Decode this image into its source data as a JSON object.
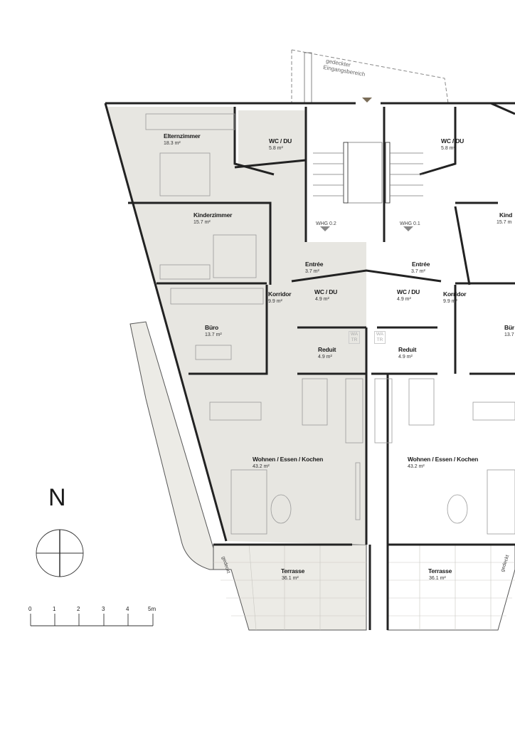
{
  "entrance": {
    "line1": "gedeckter",
    "line2": "Eingangsbereich"
  },
  "stair": {
    "whg_left": "WHG 0.2",
    "whg_right": "WHG 0.1"
  },
  "unit_left": {
    "elternzimmer": {
      "name": "Elternzimmer",
      "area": "18.3 m²"
    },
    "kinderzimmer": {
      "name": "Kinderzimmer",
      "area": "15.7 m²"
    },
    "buero": {
      "name": "Büro",
      "area": "13.7 m²"
    },
    "korridor": {
      "name": "Korridor",
      "area": "9.9 m²"
    },
    "wc_du_large": {
      "name": "WC / DU",
      "area": "5.8 m²"
    },
    "wc_du_small": {
      "name": "WC / DU",
      "area": "4.9 m²"
    },
    "entree": {
      "name": "Entrée",
      "area": "3.7 m²"
    },
    "reduit": {
      "name": "Reduit",
      "area": "4.9 m²"
    },
    "wohnen": {
      "name": "Wohnen / Essen / Kochen",
      "area": "43.2 m²"
    },
    "terrasse": {
      "name": "Terrasse",
      "area": "36.1 m²"
    },
    "wa_tr": {
      "wa": "WA",
      "tr": "TR"
    },
    "gedeckt": "gedeckt"
  },
  "unit_right": {
    "kinderzimmer": {
      "name": "Kind",
      "area": "15.7 m"
    },
    "buero": {
      "name": "Bür",
      "area": "13.7"
    },
    "korridor": {
      "name": "Korridor",
      "area": "9.9 m²"
    },
    "wc_du_large": {
      "name": "WC / DU",
      "area": "5.8 m²"
    },
    "wc_du_small": {
      "name": "WC / DU",
      "area": "4.9 m²"
    },
    "entree": {
      "name": "Entrée",
      "area": "3.7 m²"
    },
    "reduit": {
      "name": "Reduit",
      "area": "4.9 m²"
    },
    "wohnen": {
      "name": "Wohnen / Essen / Kochen",
      "area": "43.2 m²"
    },
    "terrasse": {
      "name": "Terrasse",
      "area": "36.1 m²"
    },
    "wa_tr": {
      "wa": "WA",
      "tr": "TR"
    },
    "gedeckt": "gedeckt"
  },
  "north_arrow": {
    "label": "N"
  },
  "scale_bar": {
    "ticks": [
      "0",
      "1",
      "2",
      "3",
      "4",
      "5m"
    ]
  },
  "colors": {
    "shaded_unit": "#e7e6e1",
    "wall": "#222222",
    "terrace": "#ecebe6"
  }
}
